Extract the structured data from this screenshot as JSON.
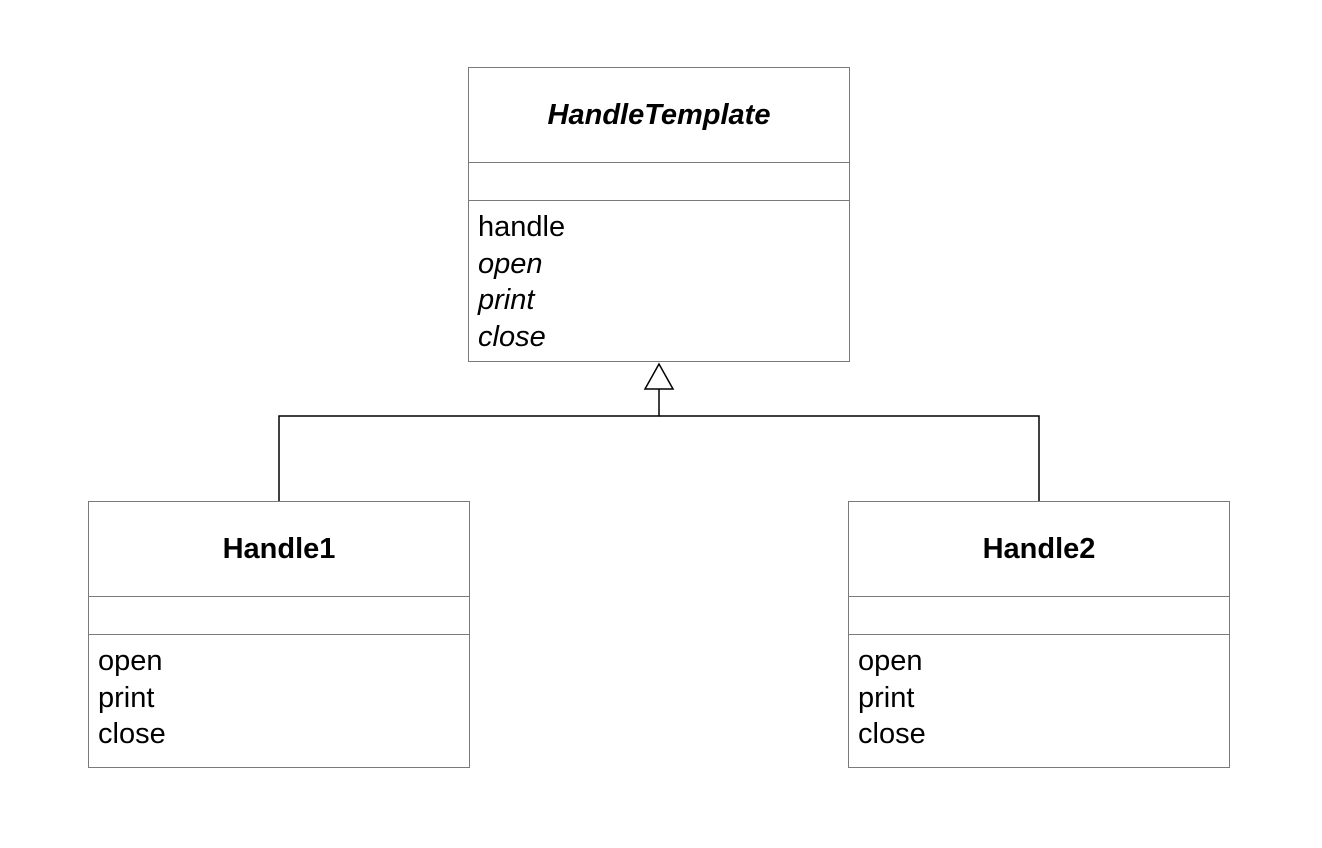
{
  "diagram": {
    "parent": {
      "name": "HandleTemplate",
      "abstract": true,
      "operations": [
        {
          "label": "handle",
          "abstract": false
        },
        {
          "label": "open",
          "abstract": true
        },
        {
          "label": "print",
          "abstract": true
        },
        {
          "label": "close",
          "abstract": true
        }
      ]
    },
    "children": [
      {
        "name": "Handle1",
        "operations": [
          "open",
          "print",
          "close"
        ]
      },
      {
        "name": "Handle2",
        "operations": [
          "open",
          "print",
          "close"
        ]
      }
    ],
    "relationship": "generalization"
  }
}
